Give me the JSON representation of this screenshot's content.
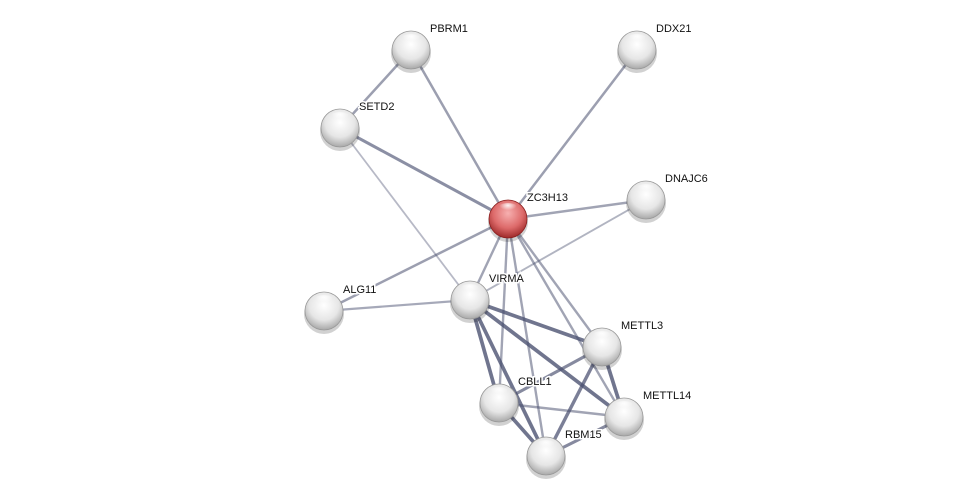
{
  "network": {
    "query_node": "ZC3H13",
    "colors": {
      "query": "#d9575b",
      "node": "#e8e8e8",
      "edge": "#4a5070"
    },
    "nodes": [
      "PBRM1",
      "DDX21",
      "SETD2",
      "ZC3H13",
      "DNAJC6",
      "VIRMA",
      "ALG11",
      "METTL3",
      "CBLL1",
      "METTL14",
      "RBM15"
    ],
    "edges": [
      {
        "a": "PBRM1",
        "b": "SETD2",
        "strength": 0.5
      },
      {
        "a": "PBRM1",
        "b": "ZC3H13",
        "strength": 0.5
      },
      {
        "a": "DDX21",
        "b": "ZC3H13",
        "strength": 0.5
      },
      {
        "a": "SETD2",
        "b": "ZC3H13",
        "strength": 0.65
      },
      {
        "a": "SETD2",
        "b": "VIRMA",
        "strength": 0.25
      },
      {
        "a": "ZC3H13",
        "b": "DNAJC6",
        "strength": 0.45
      },
      {
        "a": "ZC3H13",
        "b": "ALG11",
        "strength": 0.5
      },
      {
        "a": "ZC3H13",
        "b": "VIRMA",
        "strength": 0.45
      },
      {
        "a": "ZC3H13",
        "b": "METTL3",
        "strength": 0.45
      },
      {
        "a": "ZC3H13",
        "b": "METTL14",
        "strength": 0.45
      },
      {
        "a": "ZC3H13",
        "b": "CBLL1",
        "strength": 0.45
      },
      {
        "a": "ZC3H13",
        "b": "RBM15",
        "strength": 0.45
      },
      {
        "a": "DNAJC6",
        "b": "VIRMA",
        "strength": 0.3
      },
      {
        "a": "ALG11",
        "b": "VIRMA",
        "strength": 0.4
      },
      {
        "a": "VIRMA",
        "b": "METTL3",
        "strength": 0.9
      },
      {
        "a": "VIRMA",
        "b": "METTL14",
        "strength": 0.9
      },
      {
        "a": "VIRMA",
        "b": "CBLL1",
        "strength": 0.9
      },
      {
        "a": "VIRMA",
        "b": "RBM15",
        "strength": 0.9
      },
      {
        "a": "METTL3",
        "b": "CBLL1",
        "strength": 0.7
      },
      {
        "a": "METTL3",
        "b": "RBM15",
        "strength": 0.8
      },
      {
        "a": "METTL3",
        "b": "METTL14",
        "strength": 0.9
      },
      {
        "a": "CBLL1",
        "b": "METTL14",
        "strength": 0.45
      },
      {
        "a": "CBLL1",
        "b": "RBM15",
        "strength": 0.9
      },
      {
        "a": "RBM15",
        "b": "METTL14",
        "strength": 0.7
      }
    ]
  }
}
